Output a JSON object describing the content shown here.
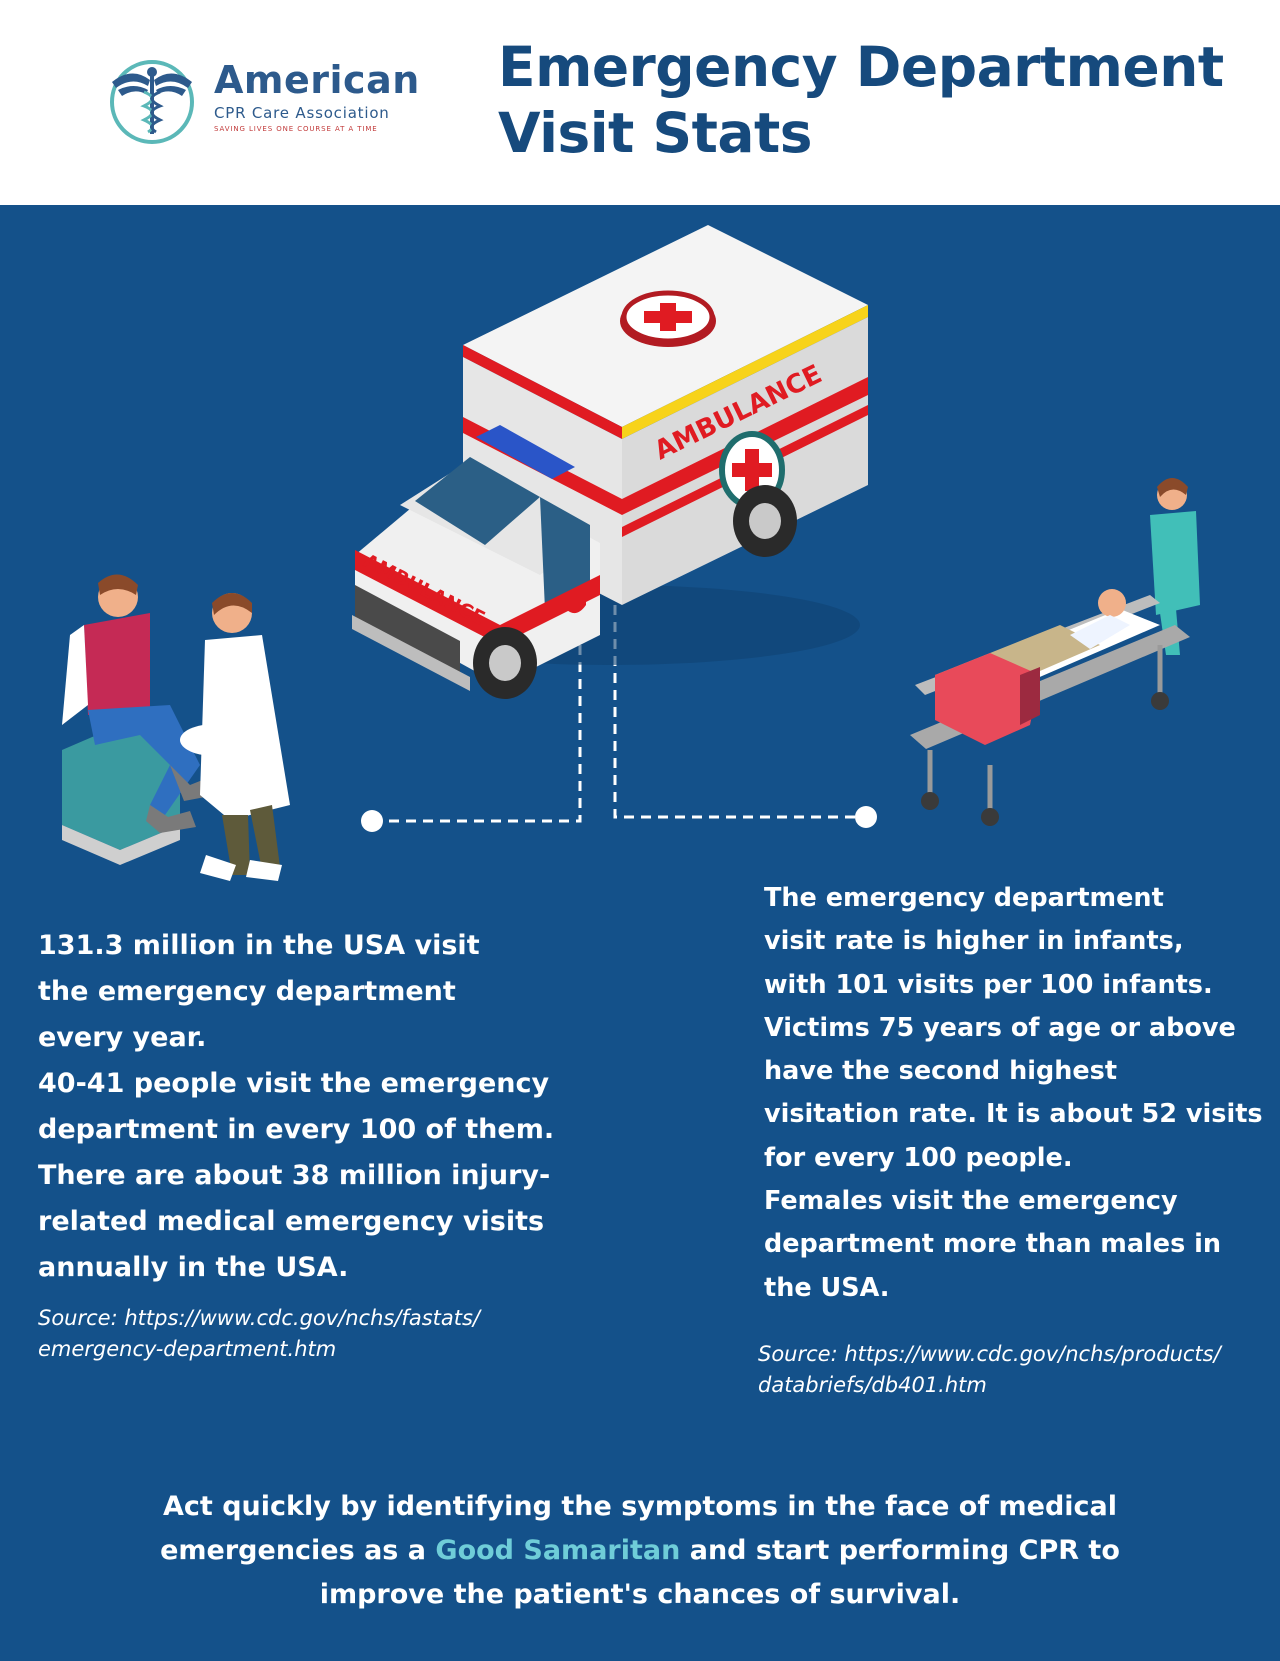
{
  "logo": {
    "name": "American",
    "subtitle": "CPR Care Association",
    "tagline": "SAVING LIVES ONE COURSE AT A TIME"
  },
  "title": {
    "line1": "Emergency Department",
    "line2": "Visit Stats"
  },
  "ambulance": {
    "side_label": "AMBULANCE",
    "hood_label": "AMBULANCE"
  },
  "left_stats": {
    "lines": [
      "131.3 million in the USA visit",
      "the emergency department",
      "every year.",
      "40-41 people visit the emergency",
      "department in every 100 of them.",
      "There are about 38 million injury-",
      "related medical emergency visits",
      "annually in the USA."
    ],
    "source_lines": [
      "Source: https://www.cdc.gov/nchs/fastats/",
      "emergency-department.htm"
    ]
  },
  "right_stats": {
    "lines": [
      "The emergency department",
      "visit rate is higher in infants,",
      "with 101 visits per 100 infants.",
      "Victims 75 years of age or above",
      "have the second highest",
      "visitation rate. It is about 52 visits",
      "for every 100 people.",
      "Females visit the emergency",
      "department more than males in",
      "the USA."
    ],
    "source_lines": [
      "Source: https://www.cdc.gov/nchs/products/",
      "databriefs/db401.htm"
    ]
  },
  "cta": {
    "line1": "Act quickly by identifying the symptoms in the face of medical",
    "line2_before": "emergencies as a ",
    "line2_highlight": "Good Samaritan",
    "line2_after": " and start performing CPR to",
    "line3": "improve the patient's chances of survival."
  },
  "colors": {
    "title": "#164a7d",
    "panel": "#14518a",
    "highlight": "#6fcdd8",
    "logo_text": "#2d5a8c",
    "logo_tagline": "#c23b3b"
  },
  "icons": {
    "logo": "caduceus-icon",
    "ambulance": "ambulance-icon",
    "doctor_patient": "doctor-patient-icon",
    "stretcher": "stretcher-icon"
  }
}
